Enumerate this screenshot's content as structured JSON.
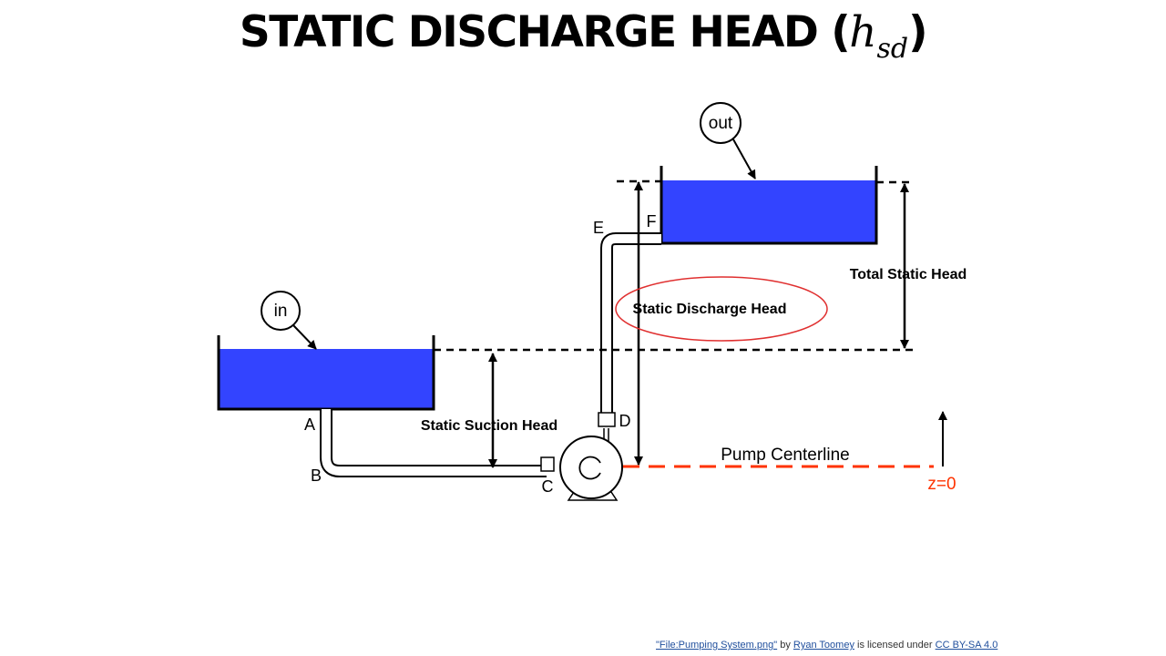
{
  "slide": {
    "title_text": "STATIC DISCHARGE HEAD (",
    "title_var": "h",
    "title_sub": "sd",
    "title_close": ")"
  },
  "diagram": {
    "inlet_label": "in",
    "outlet_label": "out",
    "point_a": "A",
    "point_b": "B",
    "point_c": "C",
    "point_d": "D",
    "point_e": "E",
    "point_f": "F",
    "static_suction_head": "Static Suction Head",
    "static_discharge_head": "Static Discharge Head",
    "total_static_head": "Total Static Head",
    "pump_centerline": "Pump Centerline",
    "datum": "z=0",
    "colors": {
      "water": "#3344ff",
      "centerline": "#ff3300",
      "highlight_ellipse": "#e03030",
      "datum_text": "#ff3300"
    }
  },
  "credit": {
    "file_link": "\"File:Pumping System.png\"",
    "by": " by ",
    "author_link": "Ryan Toomey",
    "licensed": " is licensed under ",
    "license_link": "CC BY-SA 4.0"
  }
}
